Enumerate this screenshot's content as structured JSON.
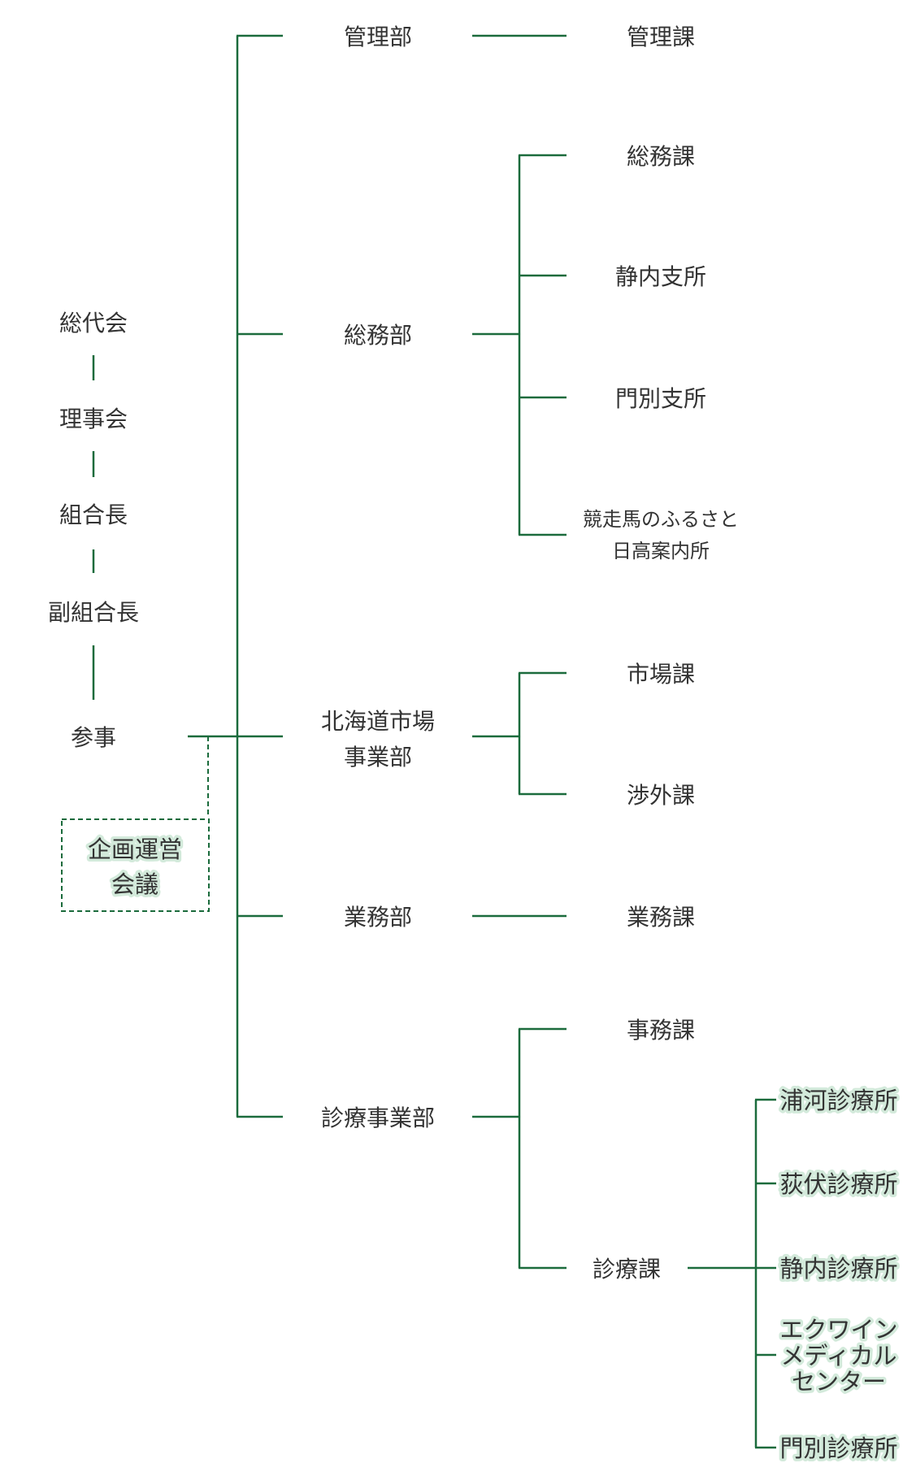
{
  "left_chain": [
    "総代会",
    "理事会",
    "組合長",
    "副組合長",
    "参事"
  ],
  "planning_box": {
    "line1": "企画運営",
    "line2": "会議"
  },
  "departments": {
    "kanri": "管理部",
    "somu": "総務部",
    "hokkaido_line1": "北海道市場",
    "hokkaido_line2": "事業部",
    "gyomu": "業務部",
    "shinryo": "診療事業部"
  },
  "sections": {
    "kanri_ka": "管理課",
    "somu_ka": "総務課",
    "shizunai_shisho": "静内支所",
    "monbetsu_shisho": "門別支所",
    "keibaba_line1": "競走馬のふるさと",
    "keibaba_line2": "日高案内所",
    "ichiba_ka": "市場課",
    "shogai_ka": "渉外課",
    "gyomu_ka": "業務課",
    "jimu_ka": "事務課",
    "shinryo_ka": "診療課"
  },
  "clinics": {
    "urakawa": "浦河診療所",
    "ogifushi": "荻伏診療所",
    "shizunai": "静内診療所",
    "equine_line1": "エクワイン",
    "equine_line2": "メディカル",
    "equine_line3": "センター",
    "monbetsu": "門別診療所"
  },
  "colors": {
    "line": "#1b6b3c",
    "text": "#333333",
    "highlight": "#d3eadb"
  }
}
